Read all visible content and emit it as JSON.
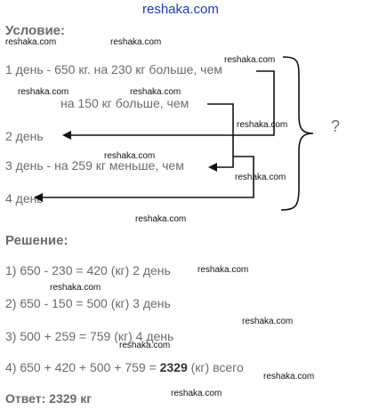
{
  "site": "reshaka.com",
  "condition": {
    "heading": "Условие:",
    "lines": [
      "1 день - 650 кг.  на 230 кг больше, чем",
      "на 150 кг больше, чем",
      "2 день",
      "3 день - на 259 кг меньше, чем",
      "4 день"
    ],
    "question": "?"
  },
  "solution": {
    "heading": "Решение:",
    "steps": [
      {
        "text": "1) 650 - 230 = 420 (кг) 2 день"
      },
      {
        "text": "2) 650 - 150 = 500 (кг) 3 день"
      },
      {
        "text": "3) 500 + 259 = 759 (кг) 4 день"
      },
      {
        "before": "4) 650 + 420 + 500 + 759 = ",
        "bold": "2329",
        "after": " (кг) всего"
      }
    ]
  },
  "answer": "Ответ: 2329 кг",
  "watermark": "reshaka.com",
  "colors": {
    "site": "#1a3cc4",
    "text": "#6b6b6b",
    "arrows": "#111111"
  }
}
